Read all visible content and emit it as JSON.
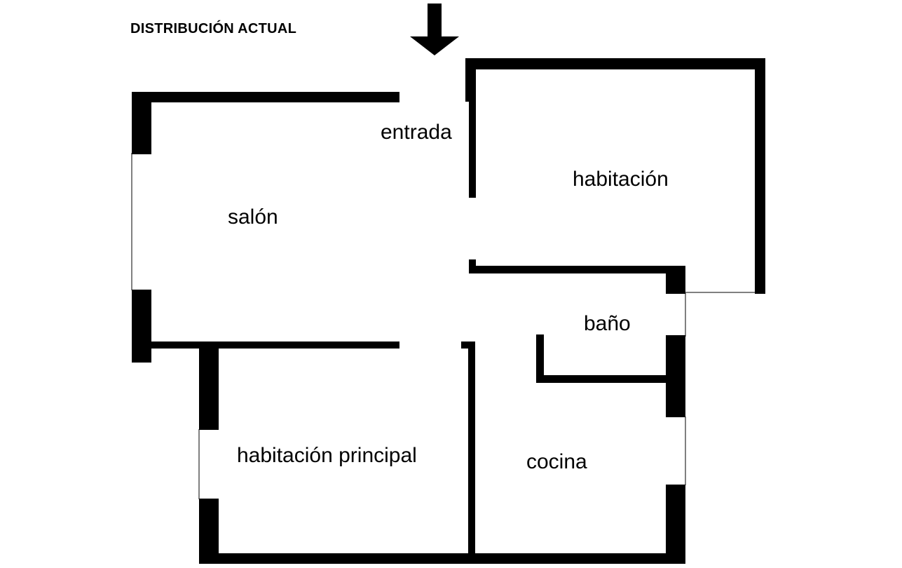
{
  "title": "DISTRIBUCIÓN ACTUAL",
  "entry_marker": "entry-arrow-icon",
  "rooms": {
    "entrada": "entrada",
    "habitacion": "habitación",
    "salon": "salón",
    "bano": "baño",
    "habitacion_principal": "habitación principal",
    "cocina": "cocina"
  },
  "colors": {
    "wall": "#000000",
    "window_line": "#000000",
    "background": "#ffffff"
  }
}
